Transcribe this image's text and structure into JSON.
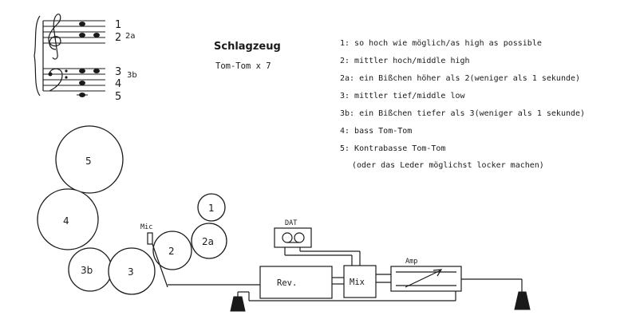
{
  "title": "Schlagzeug",
  "subtitle": "Tom-Tom x 7",
  "staff_labels": {
    "n1": "1",
    "n2": "2",
    "n2a": "2a",
    "n3": "3",
    "n3b": "3b",
    "n4": "4",
    "n5": "5"
  },
  "legend": [
    "1:  so hoch wie möglich/as high as possible",
    "2:  mittler hoch/middle high",
    "2a: ein Bißchen höher als 2(weniger als 1 sekunde)",
    "3:  mittler tief/middle low",
    "3b: ein Bißchen tiefer als 3(weniger als 1 sekunde)",
    "4:  bass Tom-Tom",
    "5:  Kontrabasse Tom-Tom",
    "(oder das Leder möglichst locker machen)"
  ],
  "drums": {
    "d5": "5",
    "d4": "4",
    "d3b": "3b",
    "d3": "3",
    "d2": "2",
    "d2a": "2a",
    "d1": "1"
  },
  "equipment": {
    "mic": "Mic",
    "dat": "DAT",
    "rev": "Rev.",
    "mix": "Mix",
    "amp": "Amp"
  }
}
